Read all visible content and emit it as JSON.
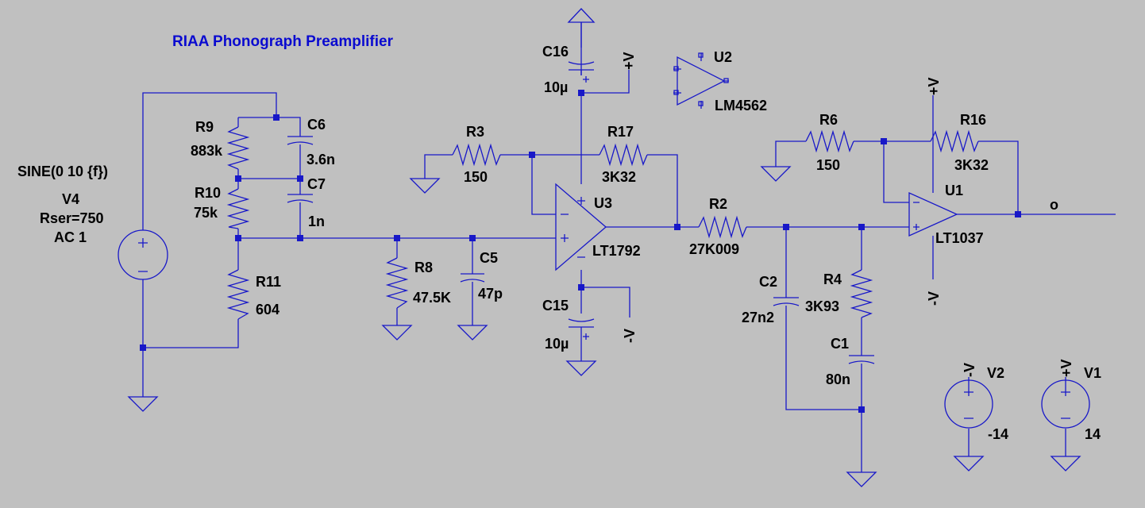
{
  "title": "RIAA Phonograph Preamplifier",
  "source": {
    "spec": "SINE(0 10 {f})",
    "ref": "V4",
    "rser": "Rser=750",
    "ac": "AC 1"
  },
  "components": {
    "R9": {
      "ref": "R9",
      "value": "883k"
    },
    "R10": {
      "ref": "R10",
      "value": "75k"
    },
    "R11": {
      "ref": "R11",
      "value": "604"
    },
    "C6": {
      "ref": "C6",
      "value": "3.6n"
    },
    "C7": {
      "ref": "C7",
      "value": "1n"
    },
    "R8": {
      "ref": "R8",
      "value": "47.5K"
    },
    "C5": {
      "ref": "C5",
      "value": "47p"
    },
    "R3": {
      "ref": "R3",
      "value": "150"
    },
    "R17": {
      "ref": "R17",
      "value": "3K32"
    },
    "C16": {
      "ref": "C16",
      "value": "10µ"
    },
    "C15": {
      "ref": "C15",
      "value": "10µ"
    },
    "U3": {
      "ref": "U3",
      "value": "LT1792"
    },
    "U2": {
      "ref": "U2",
      "value": "LM4562"
    },
    "R2": {
      "ref": "R2",
      "value": "27K009"
    },
    "C2": {
      "ref": "C2",
      "value": "27n2"
    },
    "R4": {
      "ref": "R4",
      "value": "3K93"
    },
    "C1": {
      "ref": "C1",
      "value": "80n"
    },
    "R6": {
      "ref": "R6",
      "value": "150"
    },
    "R16": {
      "ref": "R16",
      "value": "3K32"
    },
    "U1": {
      "ref": "U1",
      "value": "LT1037"
    },
    "V2": {
      "ref": "V2",
      "value": "-14"
    },
    "V1": {
      "ref": "V1",
      "value": "14"
    }
  },
  "nets": {
    "pos_supply": "+V",
    "neg_supply": "-V",
    "output": "o"
  },
  "pin_signs": {
    "plus": "+",
    "minus": "−"
  }
}
